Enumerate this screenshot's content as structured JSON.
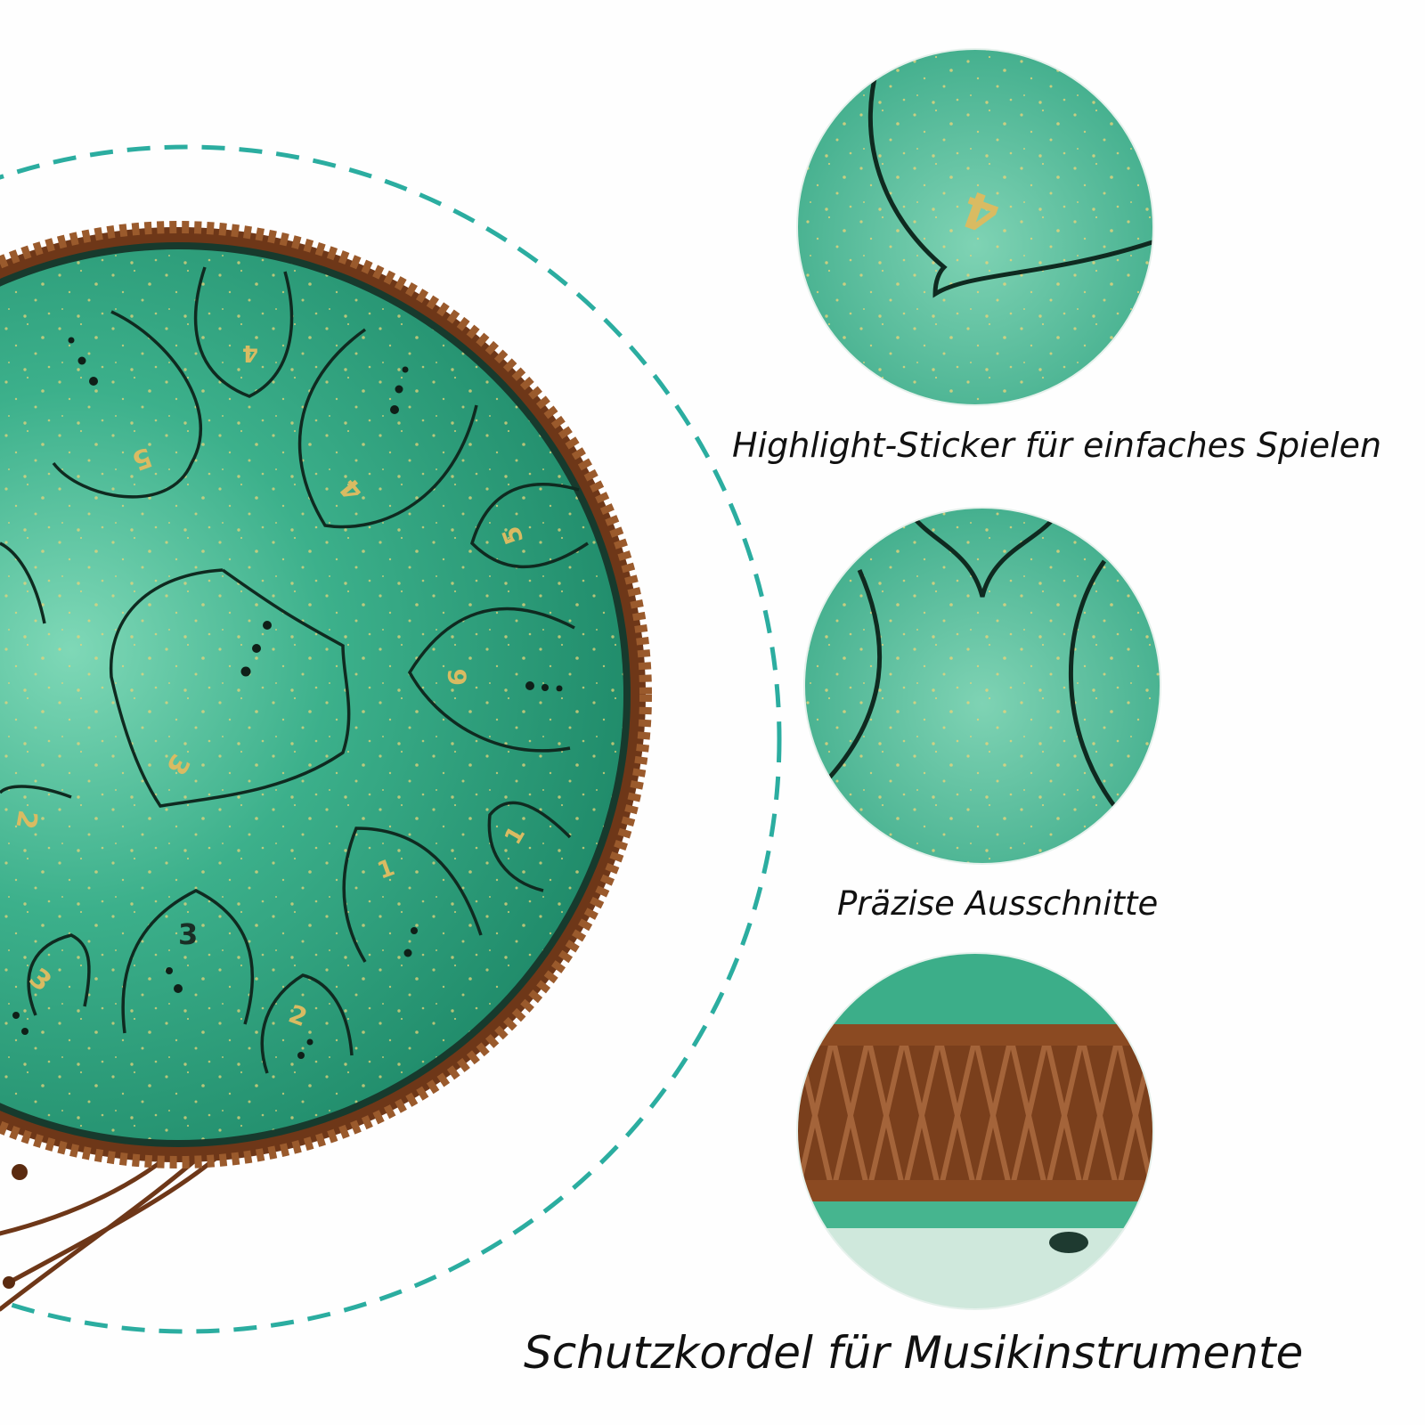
{
  "captions": {
    "highlight_sticker": "Highlight-Sticker für einfaches Spielen",
    "precise_cutouts": "Präzise Ausschnitte",
    "protective_cord": "Schutzkordel für Musikinstrumente"
  },
  "drum": {
    "tongue_numbers": [
      "4",
      "5",
      "4",
      "5",
      "6",
      "3",
      "2",
      "1",
      "1",
      "3",
      "3",
      "2"
    ],
    "detail_number": "4"
  },
  "colors": {
    "drum_green": "#2a9e7c",
    "drum_highlight": "#6ccfae",
    "gold_speckle": "#e7d37a",
    "cord_brown": "#7a3f1c",
    "dashed_ring": "#2bada0"
  }
}
